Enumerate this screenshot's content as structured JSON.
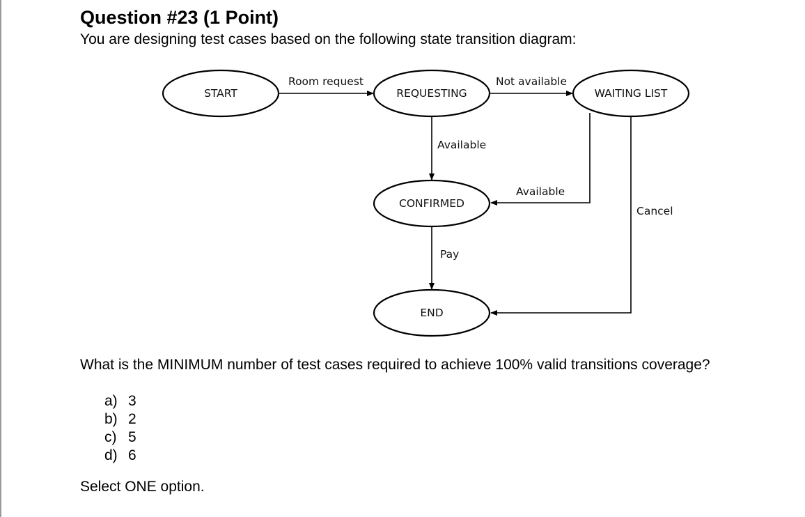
{
  "question": {
    "title": "Question #23 (1 Point)",
    "intro": "You are designing test cases based on the following state transition diagram:",
    "prompt": "What is the MINIMUM number of test cases required to achieve 100% valid transitions coverage?",
    "instruction": "Select ONE option."
  },
  "diagram": {
    "states": {
      "start": "START",
      "requesting": "REQUESTING",
      "waiting_list": "WAITING LIST",
      "confirmed": "CONFIRMED",
      "end": "END"
    },
    "transitions": {
      "room_request": "Room request",
      "not_available": "Not available",
      "available_from_requesting": "Available",
      "available_from_waiting": "Available",
      "pay": "Pay",
      "cancel": "Cancel"
    }
  },
  "options": [
    {
      "letter": "a)",
      "value": "3"
    },
    {
      "letter": "b)",
      "value": "2"
    },
    {
      "letter": "c)",
      "value": "5"
    },
    {
      "letter": "d)",
      "value": "6"
    }
  ]
}
